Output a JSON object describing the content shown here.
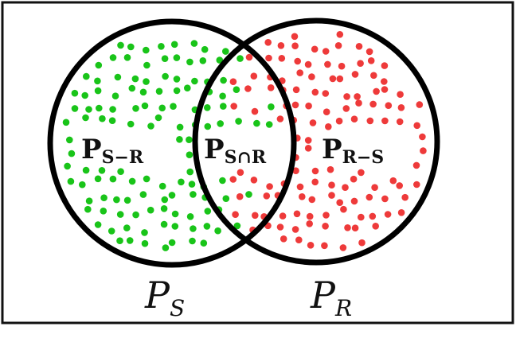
{
  "colors": {
    "frame": "#111111",
    "circle_outline": "#000000",
    "s_points": "#19c419",
    "r_points": "#ee3a3a",
    "background": "#ffffff"
  },
  "region_labels": {
    "s_minus_r": {
      "main": "P",
      "sub": "S−R"
    },
    "s_and_r": {
      "main": "P",
      "sub": "S∩R"
    },
    "r_minus_s": {
      "main": "P",
      "sub": "R−S"
    }
  },
  "set_labels": {
    "s": {
      "main": "P",
      "sub": "S"
    },
    "r": {
      "main": "P",
      "sub": "R"
    }
  }
}
